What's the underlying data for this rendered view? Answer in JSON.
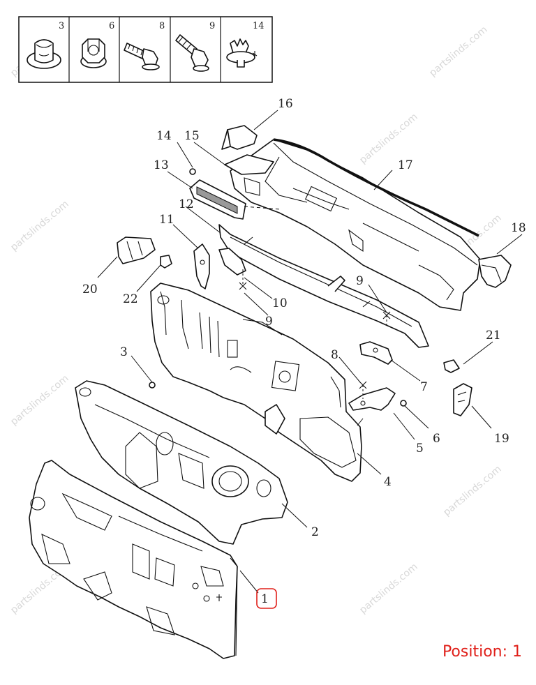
{
  "legend": [
    {
      "num": "3",
      "icon": "push-nut-icon"
    },
    {
      "num": "6",
      "icon": "hex-nut-icon"
    },
    {
      "num": "8",
      "icon": "hex-bolt-icon"
    },
    {
      "num": "9",
      "icon": "threaded-bolt-icon"
    },
    {
      "num": "14",
      "icon": "push-clip-icon"
    }
  ],
  "callouts": [
    "1",
    "2",
    "3",
    "4",
    "5",
    "6",
    "7",
    "8",
    "9",
    "9",
    "10",
    "11",
    "12",
    "13",
    "14",
    "15",
    "16",
    "17",
    "18",
    "19",
    "20",
    "21",
    "22"
  ],
  "watermark": "partslinds.com",
  "highlight": "1",
  "position_label": "Position: 1",
  "colors": {
    "highlight": "#e0201a",
    "line": "#111111",
    "watermark": "#d8d8d8"
  }
}
